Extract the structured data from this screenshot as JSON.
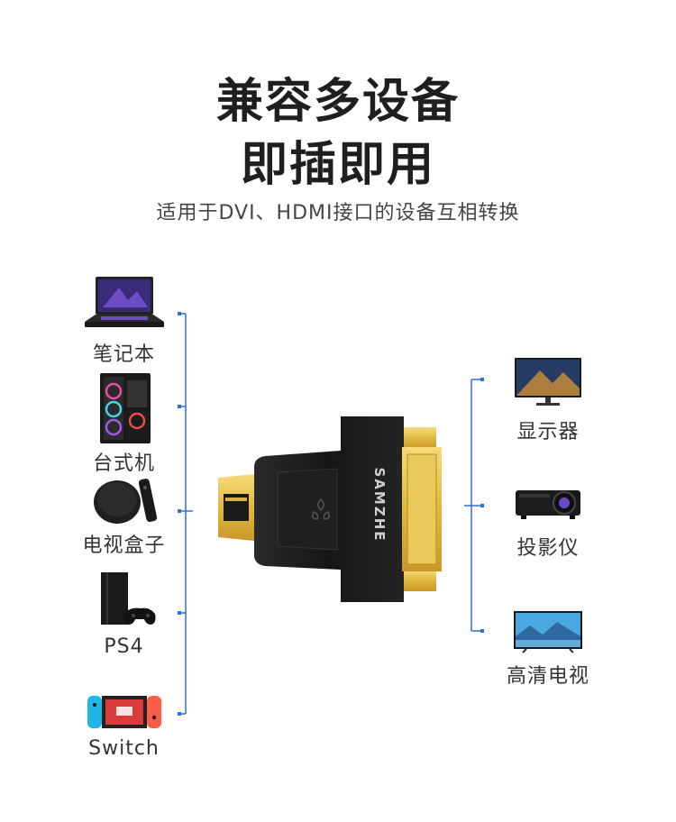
{
  "heading": {
    "line1": "兼容多设备",
    "line2": "即插即用"
  },
  "subtitle": "适用于DVI、HDMI接口的设备互相转换",
  "brand": "SAMZHE",
  "left_devices": [
    {
      "label": "笔记本",
      "icon": "laptop-icon"
    },
    {
      "label": "台式机",
      "icon": "desktop-pc-icon"
    },
    {
      "label": "电视盒子",
      "icon": "tv-box-icon"
    },
    {
      "label": "PS4",
      "icon": "ps4-console-icon"
    },
    {
      "label": "Switch",
      "icon": "switch-console-icon"
    }
  ],
  "right_devices": [
    {
      "label": "显示器",
      "icon": "monitor-icon"
    },
    {
      "label": "投影仪",
      "icon": "projector-icon"
    },
    {
      "label": "高清电视",
      "icon": "hd-tv-icon"
    }
  ],
  "colors": {
    "bracket": "#2f6fe0",
    "gold": "#e6c24a",
    "body": "#1a1a1a"
  }
}
